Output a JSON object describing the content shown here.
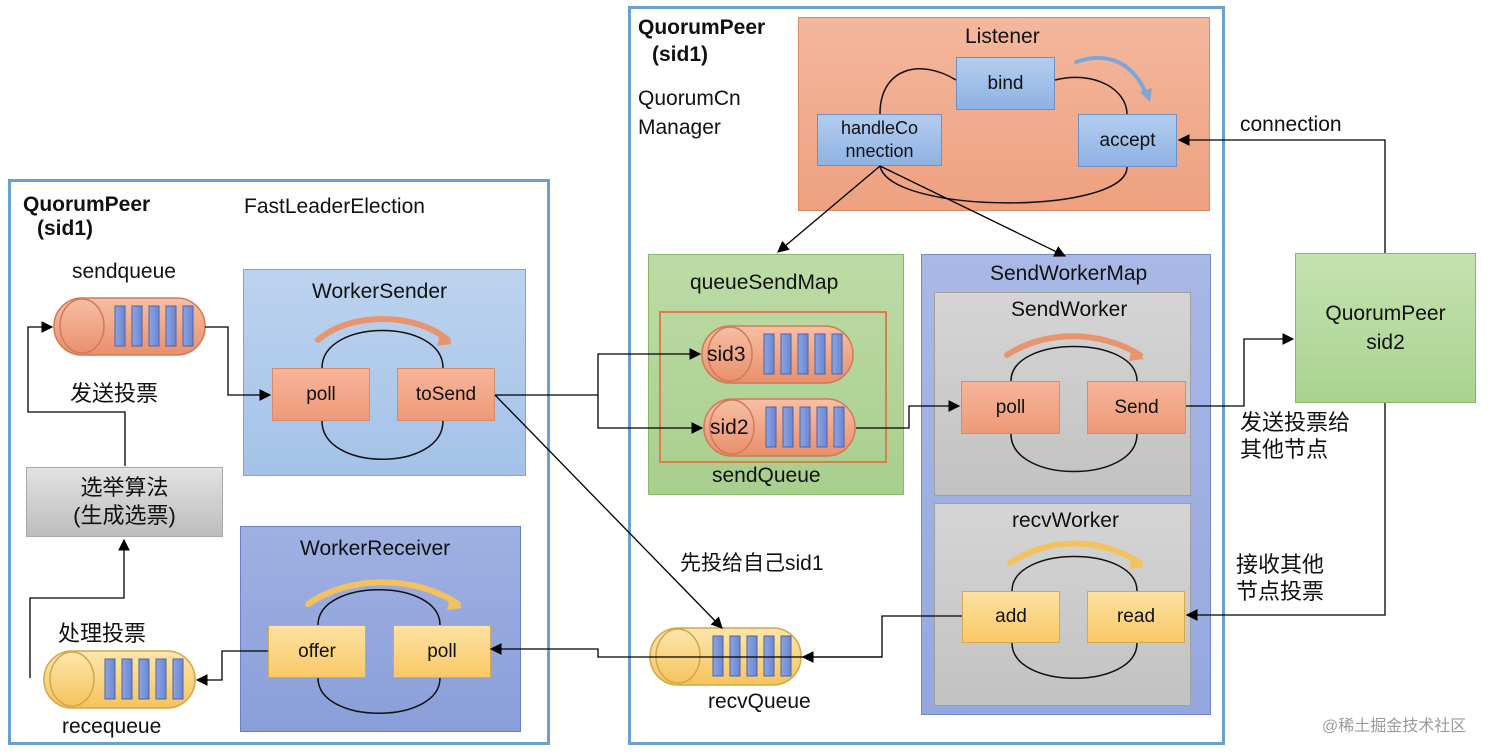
{
  "left_peer": {
    "title_line1": "QuorumPeer",
    "title_line2": "(sid1)",
    "fle_label": "FastLeaderElection",
    "sendqueue_label": "sendqueue",
    "send_vote_label": "发送投票",
    "algorithm_line1": "选举算法",
    "algorithm_line2": "(生成选票)",
    "process_vote_label": "处理投票",
    "recequeue_label": "recequeue",
    "worker_sender": {
      "title": "WorkerSender",
      "poll": "poll",
      "toSend": "toSend"
    },
    "worker_receiver": {
      "title": "WorkerReceiver",
      "offer": "offer",
      "poll": "poll"
    }
  },
  "right_peer": {
    "title_line1": "QuorumPeer",
    "title_line2": "(sid1)",
    "cnx_manager_line1": "QuorumCn",
    "cnx_manager_line2": "Manager",
    "listener": {
      "title": "Listener",
      "bind": "bind",
      "accept": "accept",
      "handle_line1": "handleCo",
      "handle_line2": "nnection"
    },
    "queue_send_map": {
      "title": "queueSendMap",
      "sid3": "sid3",
      "sid2": "sid2",
      "send_queue_label": "sendQueue"
    },
    "send_worker_map": {
      "title": "SendWorkerMap",
      "send_worker": {
        "title": "SendWorker",
        "poll": "poll",
        "send": "Send"
      },
      "recv_worker": {
        "title": "recvWorker",
        "add": "add",
        "read": "read"
      }
    },
    "self_vote_label": "先投给自己sid1",
    "recv_queue_label": "recvQueue"
  },
  "peer_sid2": {
    "line1": "QuorumPeer",
    "line2": "sid2"
  },
  "connection_label": "connection",
  "send_to_others_line1": "发送投票给",
  "send_to_others_line2": "其他节点",
  "recv_from_others_line1": "接收其他",
  "recv_from_others_line2": "节点投票",
  "watermark": "@稀土掘金技术社区"
}
